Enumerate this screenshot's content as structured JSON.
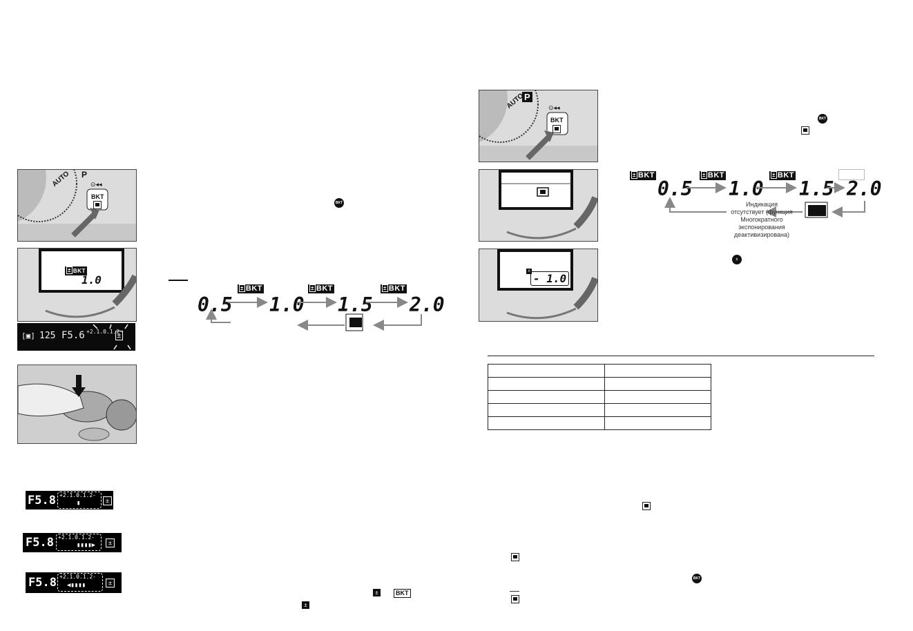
{
  "colors": {
    "ink": "#111111",
    "lcd_bg": "#0b0b0b",
    "photo_bg": "#dcdcdc",
    "arrow": "#888888"
  },
  "left": {
    "dial_photo": {
      "p_label": "P",
      "auto_label": "AUTO",
      "timer_label": "⊙◂◂",
      "bkt_label": "BKT"
    },
    "viewfinder_photo": {
      "bkt_label": "BKT",
      "value": "1.0"
    },
    "lcd_strip": {
      "meter": "[▣]",
      "shutter": "125",
      "aperture": "F5.6",
      "scale": "+2.1.0.1.2-",
      "ev_icon": "±"
    },
    "sequence": {
      "tag_labels": [
        "BKT",
        "BKT",
        "BKT"
      ],
      "values": [
        "0.5",
        "1.0",
        "1.5",
        "2.0"
      ]
    },
    "ev_scales": [
      {
        "aperture": "F5.8",
        "scale": "+2.1.0.1.2-",
        "bar": "▮"
      },
      {
        "aperture": "F5.8",
        "scale": "+2.1.0.1.2-",
        "bar": "▮▮▮▮▶"
      },
      {
        "aperture": "F5.8",
        "scale": "+2.1.0.1.2-",
        "bar": "◀▮▮▮▮"
      }
    ],
    "bottom_icons": {
      "bkt": "BKT"
    }
  },
  "right": {
    "dial_photo": {
      "p_label": "P",
      "auto_label": "AUTO",
      "timer_label": "⊙◂◂",
      "bkt_label": "BKT"
    },
    "viewfinder_photo2": {
      "value": "- 1.0"
    },
    "sequence": {
      "tag_labels": [
        "BKT",
        "BKT",
        "BKT"
      ],
      "values": [
        "0.5",
        "1.0",
        "1.5",
        "2.0"
      ],
      "note": "Индикация\nотсутствует (функция\nМногократного\nэкспонирования\nдеактивизирована)"
    },
    "table_rows": 5
  }
}
